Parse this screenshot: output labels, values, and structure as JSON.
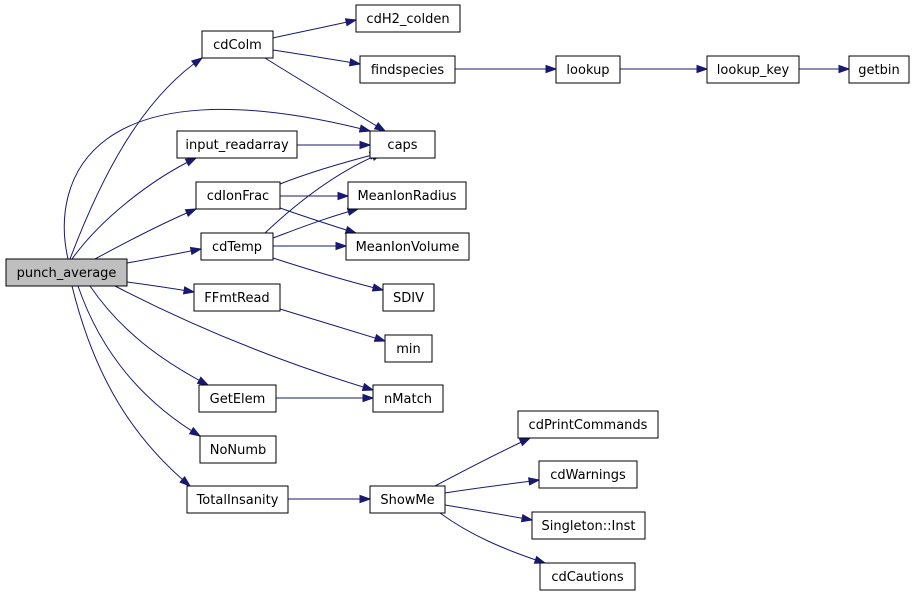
{
  "diagram": {
    "colors": {
      "edge": "#191970",
      "root_fill": "#bfbfbf",
      "node_fill": "#ffffff",
      "node_stroke": "#000000"
    },
    "nodes": [
      {
        "id": "punch_average",
        "label": "punch_average",
        "root": true
      },
      {
        "id": "cdColm",
        "label": "cdColm"
      },
      {
        "id": "cdH2_colden",
        "label": "cdH2_colden"
      },
      {
        "id": "findspecies",
        "label": "findspecies"
      },
      {
        "id": "lookup",
        "label": "lookup"
      },
      {
        "id": "lookup_key",
        "label": "lookup_key"
      },
      {
        "id": "getbin",
        "label": "getbin"
      },
      {
        "id": "input_readarray",
        "label": "input_readarray"
      },
      {
        "id": "caps",
        "label": "caps"
      },
      {
        "id": "cdIonFrac",
        "label": "cdIonFrac"
      },
      {
        "id": "MeanIonRadius",
        "label": "MeanIonRadius"
      },
      {
        "id": "cdTemp",
        "label": "cdTemp"
      },
      {
        "id": "MeanIonVolume",
        "label": "MeanIonVolume"
      },
      {
        "id": "SDIV",
        "label": "SDIV"
      },
      {
        "id": "FFmtRead",
        "label": "FFmtRead"
      },
      {
        "id": "min",
        "label": "min"
      },
      {
        "id": "GetElem",
        "label": "GetElem"
      },
      {
        "id": "nMatch",
        "label": "nMatch"
      },
      {
        "id": "NoNumb",
        "label": "NoNumb"
      },
      {
        "id": "TotalInsanity",
        "label": "TotalInsanity"
      },
      {
        "id": "ShowMe",
        "label": "ShowMe"
      },
      {
        "id": "cdPrintCommands",
        "label": "cdPrintCommands"
      },
      {
        "id": "cdWarnings",
        "label": "cdWarnings"
      },
      {
        "id": "Singleton_Inst",
        "label": "Singleton::Inst"
      },
      {
        "id": "cdCautions",
        "label": "cdCautions"
      }
    ],
    "edges": [
      {
        "from": "punch_average",
        "to": "cdColm"
      },
      {
        "from": "punch_average",
        "to": "caps"
      },
      {
        "from": "punch_average",
        "to": "input_readarray"
      },
      {
        "from": "punch_average",
        "to": "cdIonFrac"
      },
      {
        "from": "punch_average",
        "to": "cdTemp"
      },
      {
        "from": "punch_average",
        "to": "FFmtRead"
      },
      {
        "from": "punch_average",
        "to": "nMatch"
      },
      {
        "from": "punch_average",
        "to": "GetElem"
      },
      {
        "from": "punch_average",
        "to": "NoNumb"
      },
      {
        "from": "punch_average",
        "to": "TotalInsanity"
      },
      {
        "from": "cdColm",
        "to": "cdH2_colden"
      },
      {
        "from": "cdColm",
        "to": "findspecies"
      },
      {
        "from": "cdColm",
        "to": "caps"
      },
      {
        "from": "findspecies",
        "to": "lookup"
      },
      {
        "from": "lookup",
        "to": "lookup_key"
      },
      {
        "from": "lookup_key",
        "to": "getbin"
      },
      {
        "from": "input_readarray",
        "to": "caps"
      },
      {
        "from": "cdIonFrac",
        "to": "caps"
      },
      {
        "from": "cdIonFrac",
        "to": "MeanIonRadius"
      },
      {
        "from": "cdIonFrac",
        "to": "MeanIonVolume"
      },
      {
        "from": "cdTemp",
        "to": "caps"
      },
      {
        "from": "cdTemp",
        "to": "MeanIonRadius"
      },
      {
        "from": "cdTemp",
        "to": "MeanIonVolume"
      },
      {
        "from": "cdTemp",
        "to": "SDIV"
      },
      {
        "from": "FFmtRead",
        "to": "min"
      },
      {
        "from": "GetElem",
        "to": "nMatch"
      },
      {
        "from": "TotalInsanity",
        "to": "ShowMe"
      },
      {
        "from": "ShowMe",
        "to": "cdPrintCommands"
      },
      {
        "from": "ShowMe",
        "to": "cdWarnings"
      },
      {
        "from": "ShowMe",
        "to": "Singleton_Inst"
      },
      {
        "from": "ShowMe",
        "to": "cdCautions"
      }
    ]
  }
}
